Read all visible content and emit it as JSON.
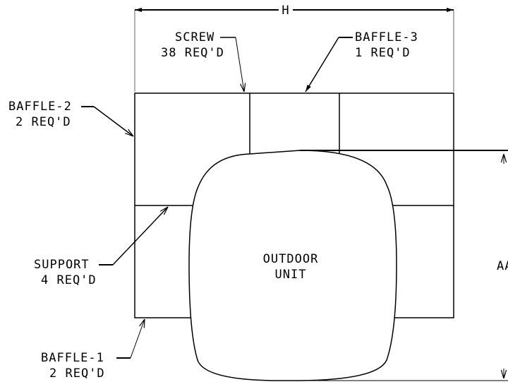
{
  "dimensions": {
    "width_label": "H",
    "height_label": "AA"
  },
  "labels": {
    "screw": {
      "name": "SCREW",
      "qty": "38 REQ'D"
    },
    "baffle3": {
      "name": "BAFFLE-3",
      "qty": "1 REQ'D"
    },
    "baffle2": {
      "name": "BAFFLE-2",
      "qty": "2 REQ'D"
    },
    "support": {
      "name": "SUPPORT",
      "qty": "4 REQ'D"
    },
    "baffle1": {
      "name": "BAFFLE-1",
      "qty": "2 REQ'D"
    }
  },
  "unit": {
    "line1": "OUTDOOR",
    "line2": "UNIT"
  }
}
